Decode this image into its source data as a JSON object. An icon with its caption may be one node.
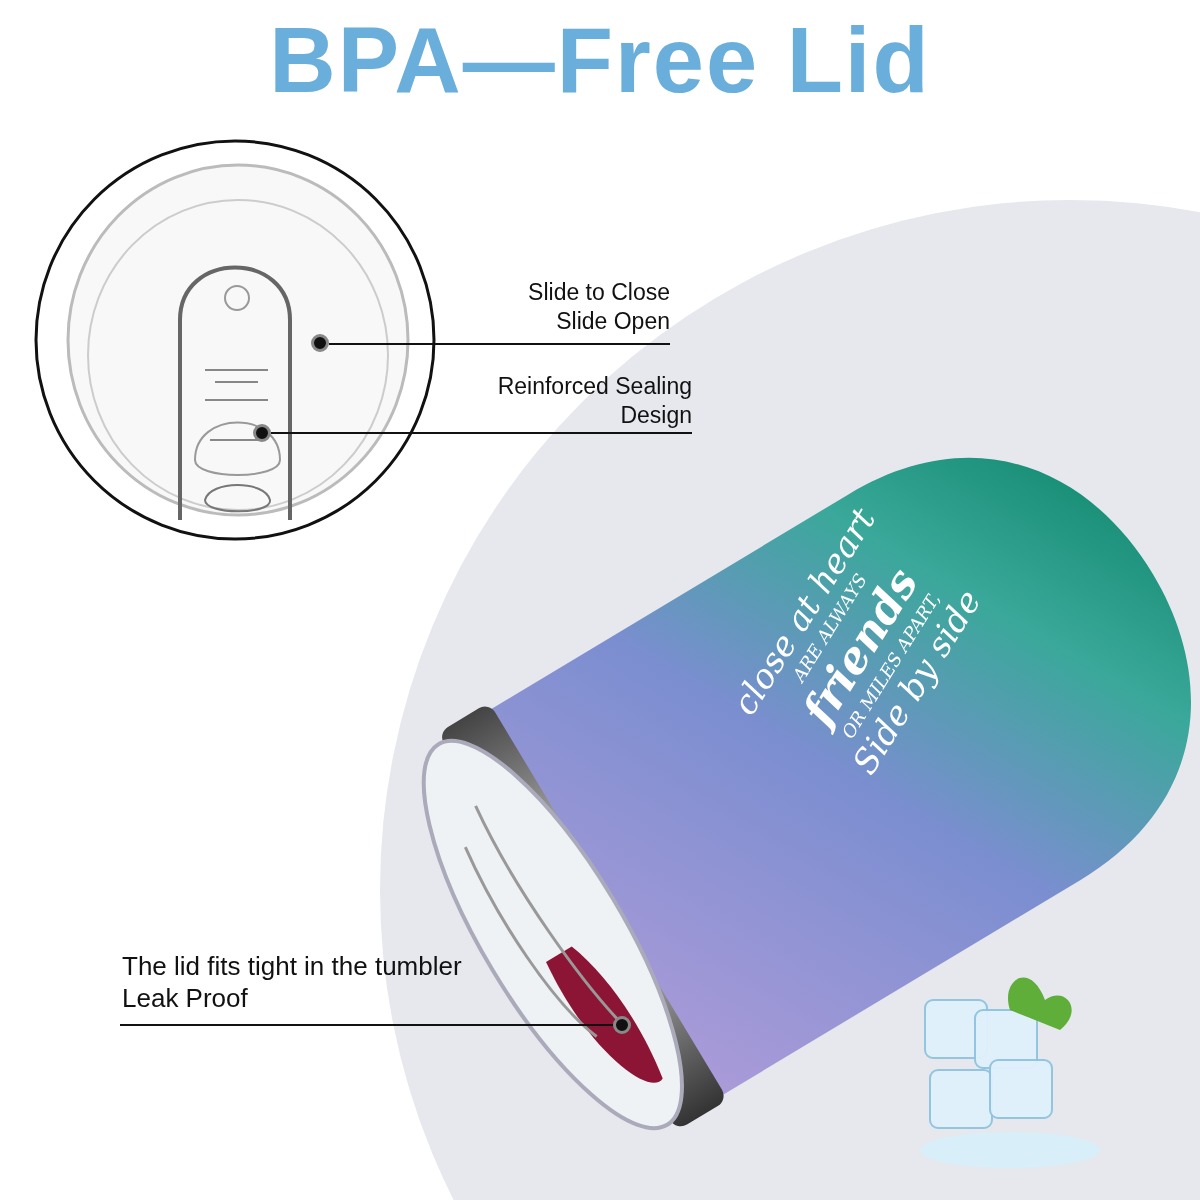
{
  "diagram": {
    "title": "BPA—Free Lid",
    "nodes": [
      {
        "text": [
          "Slide to Close Slide Open"
        ]
      },
      {
        "text": [
          "Reinforced Sealing Design"
        ]
      },
      {
        "text": [
          "The lid fits tight in the tumbler Leak Proof"
        ]
      },
      {
        "text": [],
        "shape": "circle"
      },
      {
        "text": [],
        "shape": "circle"
      },
      {
        "text": [],
        "shape": "circle"
      }
    ],
    "edges": [
      {
        "from": 0,
        "to": 3,
        "arrow": "none"
      },
      {
        "from": 1,
        "to": 4,
        "arrow": "none"
      },
      {
        "from": 2,
        "to": 5,
        "arrow": "none"
      }
    ],
    "labels": [
      "close at heart",
      "ARE ALWAYS",
      "friends",
      "OR MILES APART,",
      "Side by side"
    ]
  }
}
